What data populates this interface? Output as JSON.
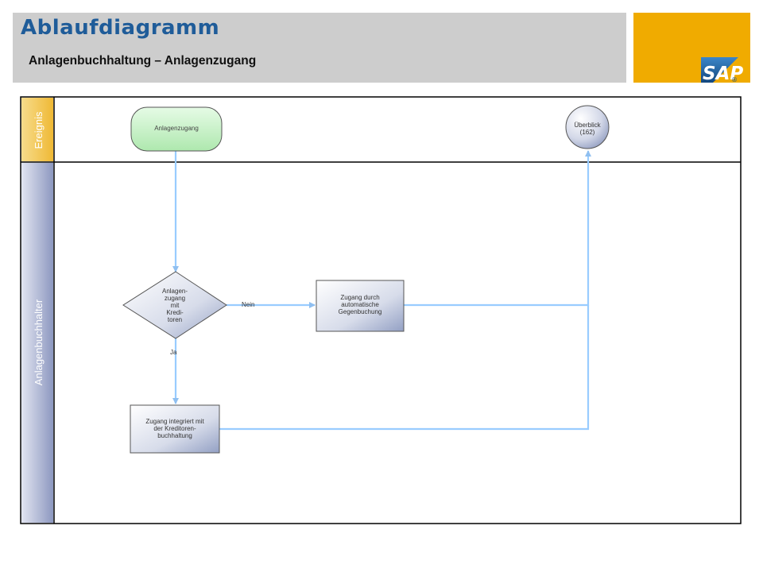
{
  "header": {
    "title": "Ablaufdiagramm",
    "subtitle": "Anlagenbuchhaltung – Anlagenzugang"
  },
  "logo": {
    "text": "SAP",
    "registered": "®",
    "accent_color": "#f0ab00",
    "logo_blue": "#1a5a9a"
  },
  "lanes": [
    {
      "label": "Ereignis"
    },
    {
      "label": "Anlagenbuchhalter"
    }
  ],
  "nodes": {
    "start_event": {
      "label": "Anlagenzugang"
    },
    "decision": {
      "lines": [
        "Anlagen-",
        "zugang",
        "mit",
        "Kredi-",
        "toren"
      ]
    },
    "auto_posting": {
      "lines": [
        "Zugang durch",
        "automatische",
        "Gegenbuchung"
      ]
    },
    "integrated": {
      "lines": [
        "Zugang integriert mit",
        "der Kreditoren-",
        "buchhaltung"
      ]
    },
    "overview": {
      "lines": [
        "Überblick",
        "(162)"
      ]
    }
  },
  "edges": {
    "no_label": "Nein",
    "yes_label": "Ja"
  },
  "colors": {
    "header_gray": "#cdcdcd",
    "title_blue": "#1f5c99",
    "lane_ereignis": "#f2c95a",
    "lane_anlagen": "#9ea7c8",
    "start_green": "#c8f2c8",
    "connector_blue": "#99ccff"
  }
}
